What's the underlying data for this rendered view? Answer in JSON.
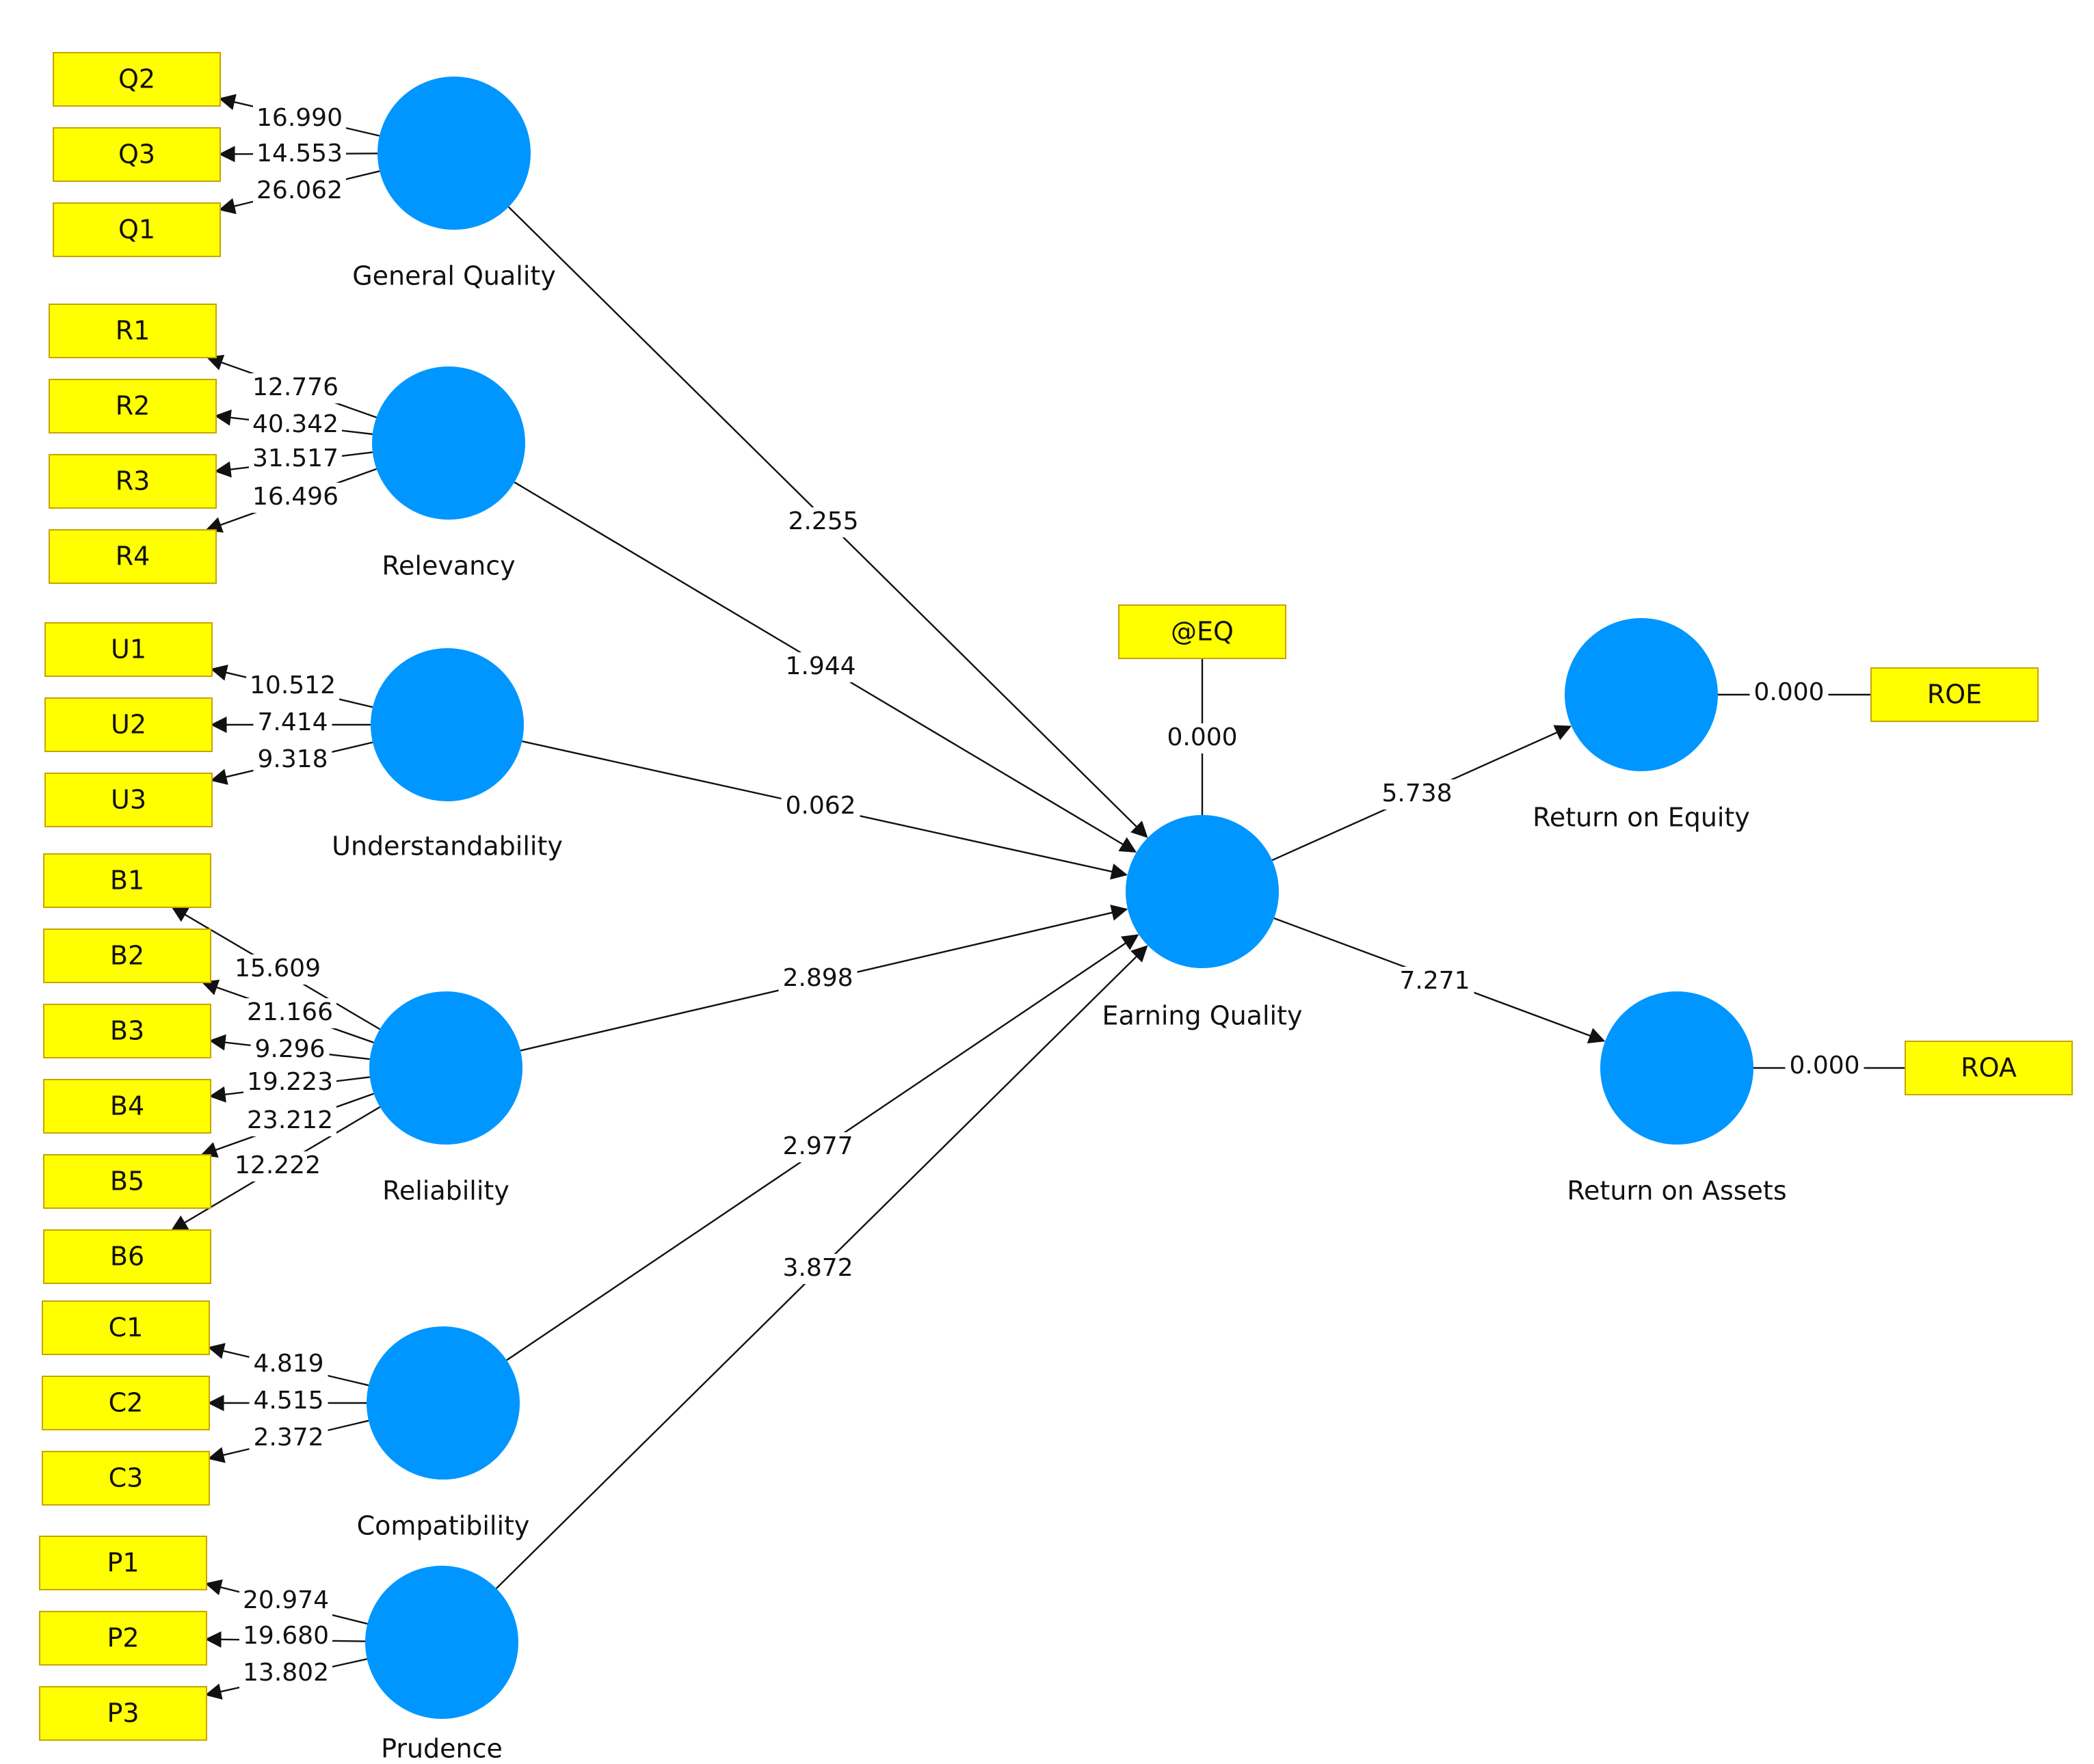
{
  "colors": {
    "latent_fill": "#0096FF",
    "indicator_fill": "#FFFF00",
    "indicator_stroke": "#C8A400",
    "line": "#111111",
    "background": "#FFFFFF"
  },
  "latents": [
    {
      "id": "general_quality",
      "label": "General Quality"
    },
    {
      "id": "relevancy",
      "label": "Relevancy"
    },
    {
      "id": "understandability",
      "label": "Understandability"
    },
    {
      "id": "reliability",
      "label": "Reliability"
    },
    {
      "id": "compatibility",
      "label": "Compatibility"
    },
    {
      "id": "prudence",
      "label": "Prudence"
    },
    {
      "id": "earning_quality",
      "label": "Earning Quality"
    },
    {
      "id": "return_on_equity",
      "label": "Return on Equity"
    },
    {
      "id": "return_on_assets",
      "label": "Return on Assets"
    }
  ],
  "indicators": [
    {
      "label": "Q2",
      "latent": "general_quality",
      "value": "16.990"
    },
    {
      "label": "Q3",
      "latent": "general_quality",
      "value": "14.553"
    },
    {
      "label": "Q1",
      "latent": "general_quality",
      "value": "26.062"
    },
    {
      "label": "R1",
      "latent": "relevancy",
      "value": "12.776"
    },
    {
      "label": "R2",
      "latent": "relevancy",
      "value": "40.342"
    },
    {
      "label": "R3",
      "latent": "relevancy",
      "value": "31.517"
    },
    {
      "label": "R4",
      "latent": "relevancy",
      "value": "16.496"
    },
    {
      "label": "U1",
      "latent": "understandability",
      "value": "10.512"
    },
    {
      "label": "U2",
      "latent": "understandability",
      "value": "7.414"
    },
    {
      "label": "U3",
      "latent": "understandability",
      "value": "9.318"
    },
    {
      "label": "B1",
      "latent": "reliability",
      "value": "15.609"
    },
    {
      "label": "B2",
      "latent": "reliability",
      "value": "21.166"
    },
    {
      "label": "B3",
      "latent": "reliability",
      "value": "9.296"
    },
    {
      "label": "B4",
      "latent": "reliability",
      "value": "19.223"
    },
    {
      "label": "B5",
      "latent": "reliability",
      "value": "23.212"
    },
    {
      "label": "B6",
      "latent": "reliability",
      "value": "12.222"
    },
    {
      "label": "C1",
      "latent": "compatibility",
      "value": "4.819"
    },
    {
      "label": "C2",
      "latent": "compatibility",
      "value": "4.515"
    },
    {
      "label": "C3",
      "latent": "compatibility",
      "value": "2.372"
    },
    {
      "label": "P1",
      "latent": "prudence",
      "value": "20.974"
    },
    {
      "label": "P2",
      "latent": "prudence",
      "value": "19.680"
    },
    {
      "label": "P3",
      "latent": "prudence",
      "value": "13.802"
    },
    {
      "label": "@EQ",
      "latent": "earning_quality",
      "value": "0.000"
    },
    {
      "label": "ROE",
      "latent": "return_on_equity",
      "value": "0.000"
    },
    {
      "label": "ROA",
      "latent": "return_on_assets",
      "value": "0.000"
    }
  ],
  "paths": [
    {
      "from": "general_quality",
      "to": "earning_quality",
      "value": "2.255"
    },
    {
      "from": "relevancy",
      "to": "earning_quality",
      "value": "1.944"
    },
    {
      "from": "understandability",
      "to": "earning_quality",
      "value": "0.062"
    },
    {
      "from": "reliability",
      "to": "earning_quality",
      "value": "2.898"
    },
    {
      "from": "compatibility",
      "to": "earning_quality",
      "value": "2.977"
    },
    {
      "from": "prudence",
      "to": "earning_quality",
      "value": "3.872"
    },
    {
      "from": "earning_quality",
      "to": "return_on_equity",
      "value": "5.738"
    },
    {
      "from": "earning_quality",
      "to": "return_on_assets",
      "value": "7.271"
    }
  ]
}
